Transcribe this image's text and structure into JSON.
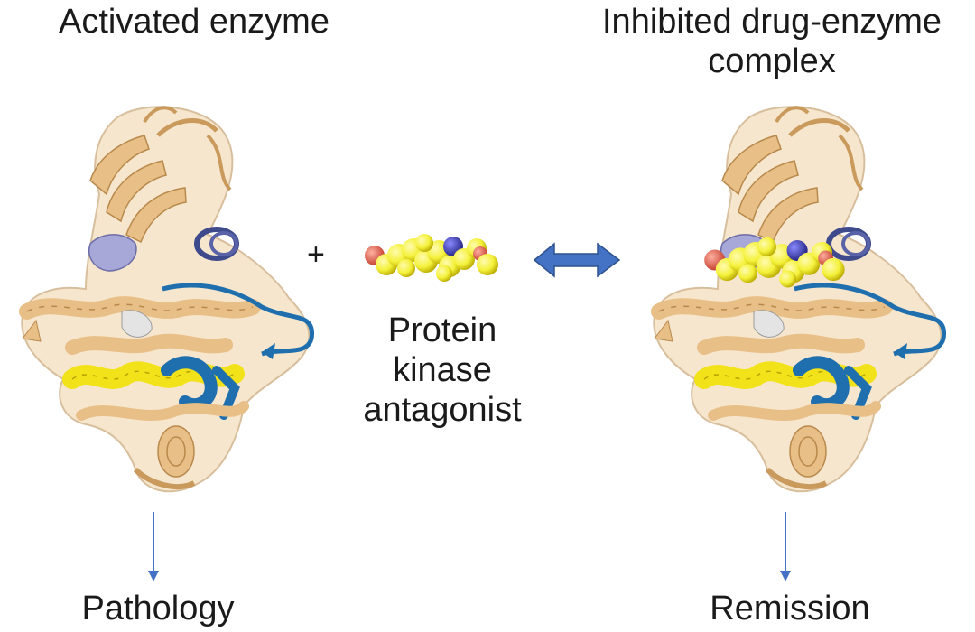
{
  "titles": {
    "left": "Activated enzyme",
    "right_line1": "Inhibited drug-enzyme",
    "right_line2": "complex"
  },
  "operator": "+",
  "drug": {
    "line1": "Protein",
    "line2": "kinase",
    "line3": "antagonist"
  },
  "outcomes": {
    "left": "Pathology",
    "right": "Remission"
  },
  "colors": {
    "protein_body": "#e8bf86",
    "protein_edge": "#b8894c",
    "helix_yellow": "#f2e21a",
    "loop_blue": "#1f6fae",
    "helix_navy": "#3f4a8c",
    "lavender": "#a8a8d8",
    "arrow_blue": "#4472c4",
    "atom_yellow": "#f4f13a",
    "atom_red": "#e05050",
    "atom_blue": "#3a3aa8"
  }
}
